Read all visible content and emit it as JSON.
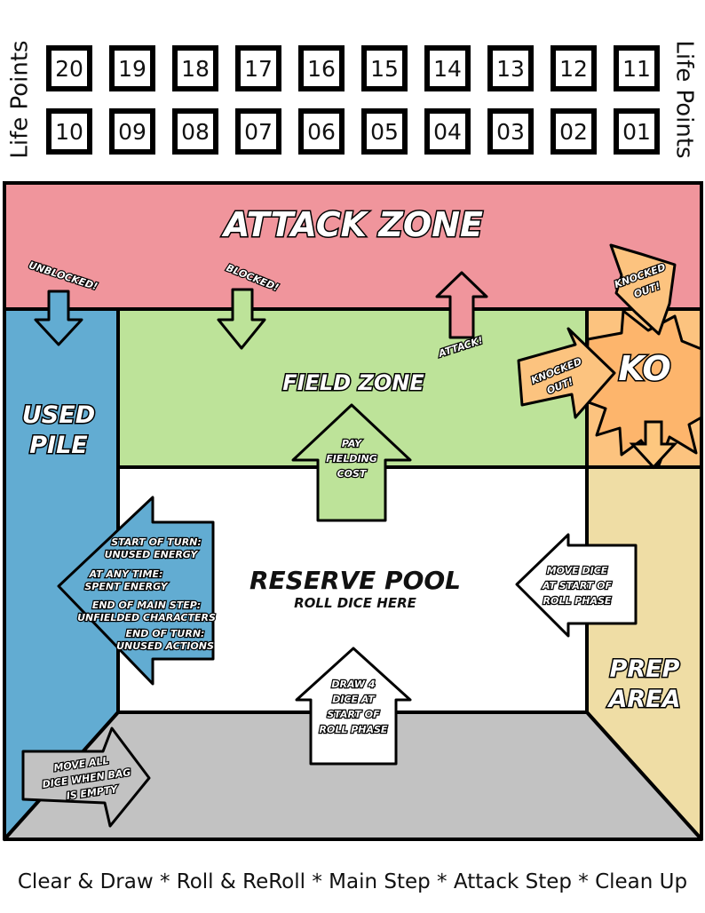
{
  "life_points": {
    "label_left": "Life Points",
    "label_right": "Life Points",
    "top_row": [
      "20",
      "19",
      "18",
      "17",
      "16",
      "15",
      "14",
      "13",
      "12",
      "11"
    ],
    "bottom_row": [
      "10",
      "09",
      "08",
      "07",
      "06",
      "05",
      "04",
      "03",
      "02",
      "01"
    ]
  },
  "zones": {
    "attack": "ATTACK ZONE",
    "field": "FIELD ZONE",
    "used_line1": "USED",
    "used_line2": "PILE",
    "ko": "KO",
    "prep_line1": "PREP",
    "prep_line2": "AREA",
    "reserve_title": "RESERVE POOL",
    "reserve_subtitle": "ROLL DICE HERE"
  },
  "arrows": {
    "unblocked": "UNBLOCKED!",
    "blocked": "BLOCKED!",
    "attack": "ATTACK!",
    "knocked_out_top_1": "KNOCKED",
    "knocked_out_top_2": "OUT!",
    "knocked_out_left_1": "KNOCKED",
    "knocked_out_left_2": "OUT!",
    "pay_1": "PAY",
    "pay_2": "FIELDING",
    "pay_3": "COST",
    "used_1a": "START OF TURN:",
    "used_1b": "UNUSED ENERGY",
    "used_2a": "AT ANY TIME:",
    "used_2b": "SPENT ENERGY",
    "used_3a": "END OF MAIN STEP:",
    "used_3b": "UNFIELDED CHARACTERS",
    "used_4a": "END OF TURN:",
    "used_4b": "UNUSED ACTIONS",
    "move_1": "MOVE DICE",
    "move_2": "AT START OF",
    "move_3": "ROLL PHASE",
    "draw_1": "DRAW 4",
    "draw_2": "DICE AT",
    "draw_3": "START OF",
    "draw_4": "ROLL PHASE",
    "bag_1": "MOVE ALL",
    "bag_2": "DICE WHEN BAG",
    "bag_3": "IS EMPTY"
  },
  "footer": "Clear & Draw * Roll & ReRoll * Main Step * Attack Step * Clean Up",
  "colors": {
    "attack_zone": "#f0959c",
    "field_zone": "#bde399",
    "used_pile": "#62acd2",
    "ko": "#fcc37f",
    "prep_area": "#efdda5",
    "bag_area": "#c2c2c2",
    "reserve_pool": "#ffffff"
  }
}
